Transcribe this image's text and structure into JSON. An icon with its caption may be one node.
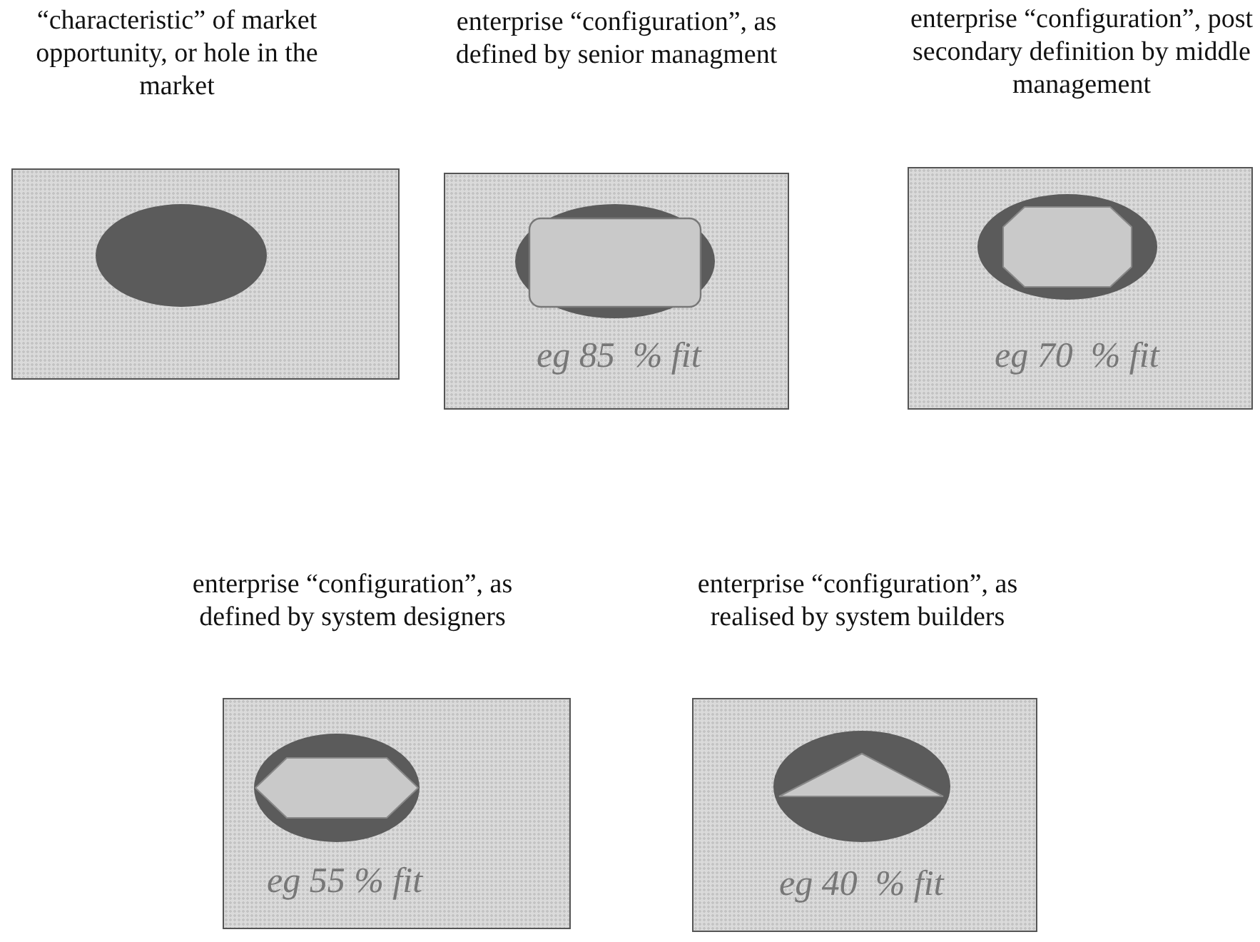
{
  "diagram": {
    "nodes": [
      {
        "text": [
          "“characteristic” of market opportunity, or hole in the market"
        ]
      },
      {
        "text": [
          "enterprise “configuration”, as defined by senior managment",
          "eg 85  % fit"
        ]
      },
      {
        "text": [
          "enterprise “configuration”, post secondary definition by middle management",
          "eg 70  % fit"
        ]
      },
      {
        "text": [
          "enterprise “configuration”, as defined by system designers",
          "eg 55 % fit"
        ]
      },
      {
        "text": [
          "enterprise “configuration”, as realised by system builders",
          "eg 40  % fit"
        ]
      }
    ]
  }
}
